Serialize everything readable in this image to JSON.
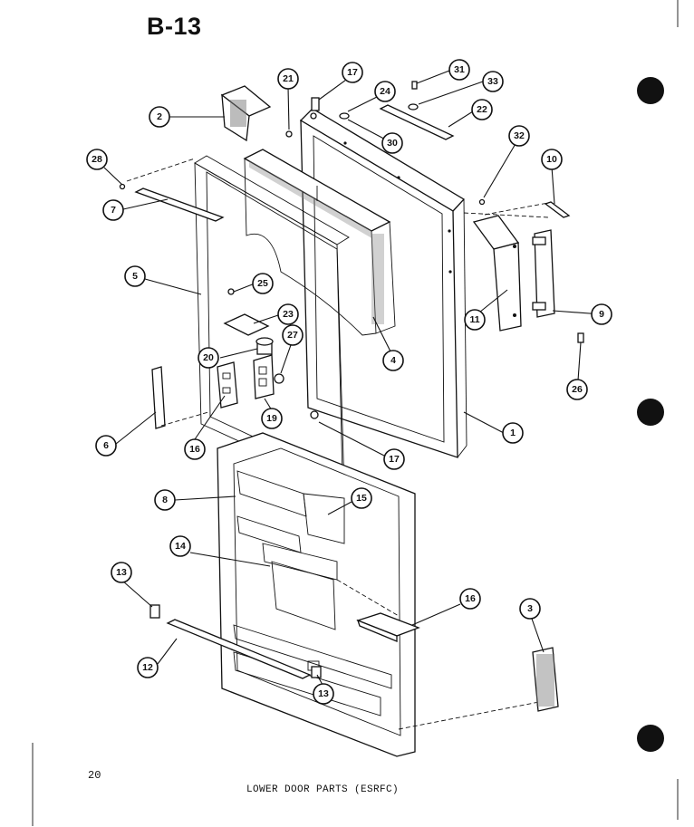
{
  "header": {
    "page_code": "B-13"
  },
  "footer": {
    "page_number": "20",
    "caption": "LOWER DOOR PARTS (ESRFC)"
  },
  "callouts": [
    {
      "id": "c1",
      "label": "1"
    },
    {
      "id": "c2",
      "label": "2"
    },
    {
      "id": "c3",
      "label": "3"
    },
    {
      "id": "c4",
      "label": "4"
    },
    {
      "id": "c5",
      "label": "5"
    },
    {
      "id": "c6",
      "label": "6"
    },
    {
      "id": "c7",
      "label": "7"
    },
    {
      "id": "c8",
      "label": "8"
    },
    {
      "id": "c9",
      "label": "9"
    },
    {
      "id": "c10",
      "label": "10"
    },
    {
      "id": "c11",
      "label": "11"
    },
    {
      "id": "c12",
      "label": "12"
    },
    {
      "id": "c13a",
      "label": "13"
    },
    {
      "id": "c13b",
      "label": "13"
    },
    {
      "id": "c14",
      "label": "14"
    },
    {
      "id": "c15",
      "label": "15"
    },
    {
      "id": "c16a",
      "label": "16"
    },
    {
      "id": "c16b",
      "label": "16"
    },
    {
      "id": "c17a",
      "label": "17"
    },
    {
      "id": "c17b",
      "label": "17"
    },
    {
      "id": "c19",
      "label": "19"
    },
    {
      "id": "c20",
      "label": "20"
    },
    {
      "id": "c21",
      "label": "21"
    },
    {
      "id": "c22",
      "label": "22"
    },
    {
      "id": "c23",
      "label": "23"
    },
    {
      "id": "c24",
      "label": "24"
    },
    {
      "id": "c25",
      "label": "25"
    },
    {
      "id": "c26",
      "label": "26"
    },
    {
      "id": "c27",
      "label": "27"
    },
    {
      "id": "c28",
      "label": "28"
    },
    {
      "id": "c30",
      "label": "30"
    },
    {
      "id": "c31",
      "label": "31"
    },
    {
      "id": "c32",
      "label": "32"
    },
    {
      "id": "c33",
      "label": "33"
    }
  ]
}
